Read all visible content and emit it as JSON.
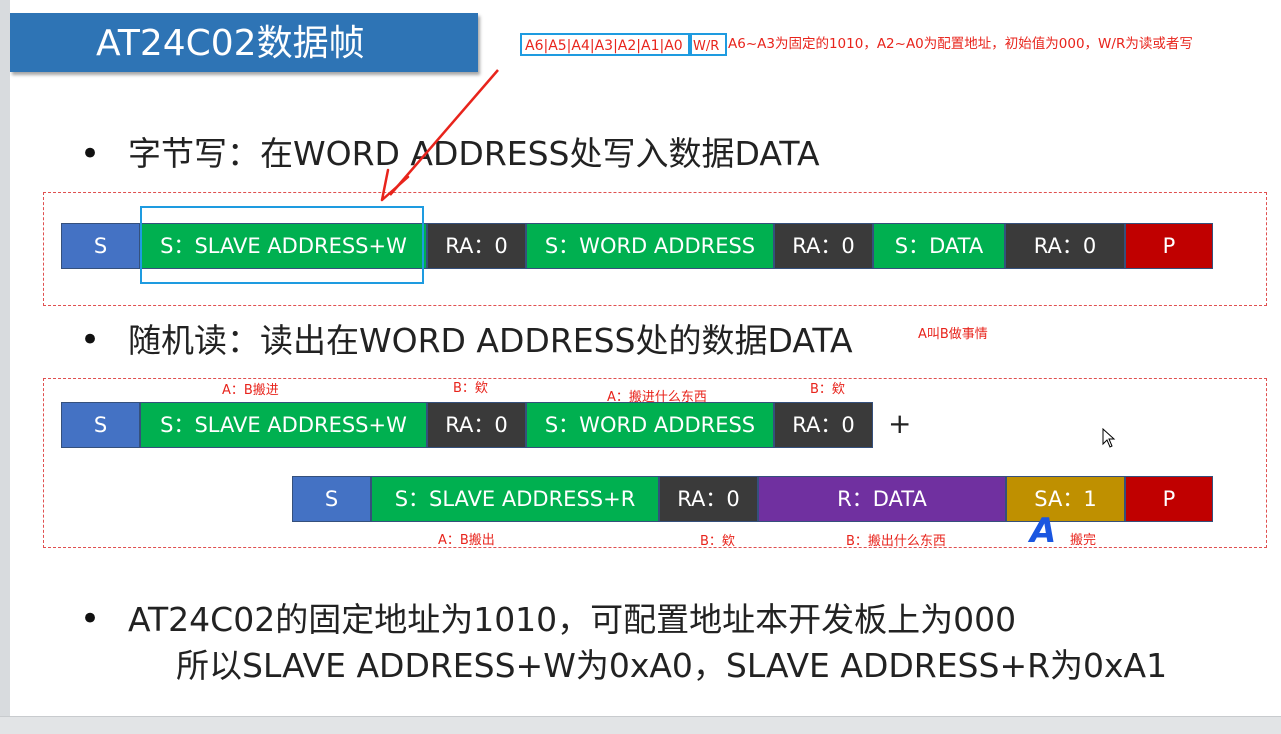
{
  "title": "AT24C02数据帧",
  "address_bits": {
    "bits": "A6|A5|A4|A3|A2|A1|A0",
    "rw": "W/R",
    "note": "A6~A3为固定的1010，A2~A0为配置地址，初始值为000，W/R为读或者写"
  },
  "byte_write": {
    "heading": "字节写：在WORD ADDRESS处写入数据DATA",
    "frame": [
      "S",
      "S：SLAVE ADDRESS+W",
      "RA：0",
      "S：WORD ADDRESS",
      "RA：0",
      "S：DATA",
      "RA：0",
      "P"
    ]
  },
  "random_read": {
    "heading": "随机读：读出在WORD ADDRESS处的数据DATA",
    "side_note": "A叫B做事情",
    "frame1": [
      "S",
      "S：SLAVE ADDRESS+W",
      "RA：0",
      "S：WORD ADDRESS",
      "RA：0"
    ],
    "plus": "+",
    "frame2": [
      "S",
      "S：SLAVE ADDRESS+R",
      "RA：0",
      "R：DATA",
      "SA：1",
      "P"
    ],
    "annotations_top": [
      "A：B搬进",
      "B：欸",
      "A：搬进什么东西",
      "B：欸"
    ],
    "annotations_bottom": [
      "A：B搬出",
      "B：欸",
      "B：搬出什么东西",
      "搬完"
    ],
    "handwritten": "A"
  },
  "summary": {
    "line1": "AT24C02的固定地址为1010，可配置地址本开发板上为000",
    "line2": "所以SLAVE ADDRESS+W为0xA0，SLAVE ADDRESS+R为0xA1"
  },
  "bullet_char": "•",
  "colors": {
    "title_bg": "#2e74b5",
    "start": "#4472c4",
    "slave_tx": "#00b050",
    "ack": "#3a3a3a",
    "stop": "#c00000",
    "read_data": "#7030a0",
    "nack": "#bf9000",
    "annotation": "#e8241c",
    "highlight": "#1e9be0"
  }
}
